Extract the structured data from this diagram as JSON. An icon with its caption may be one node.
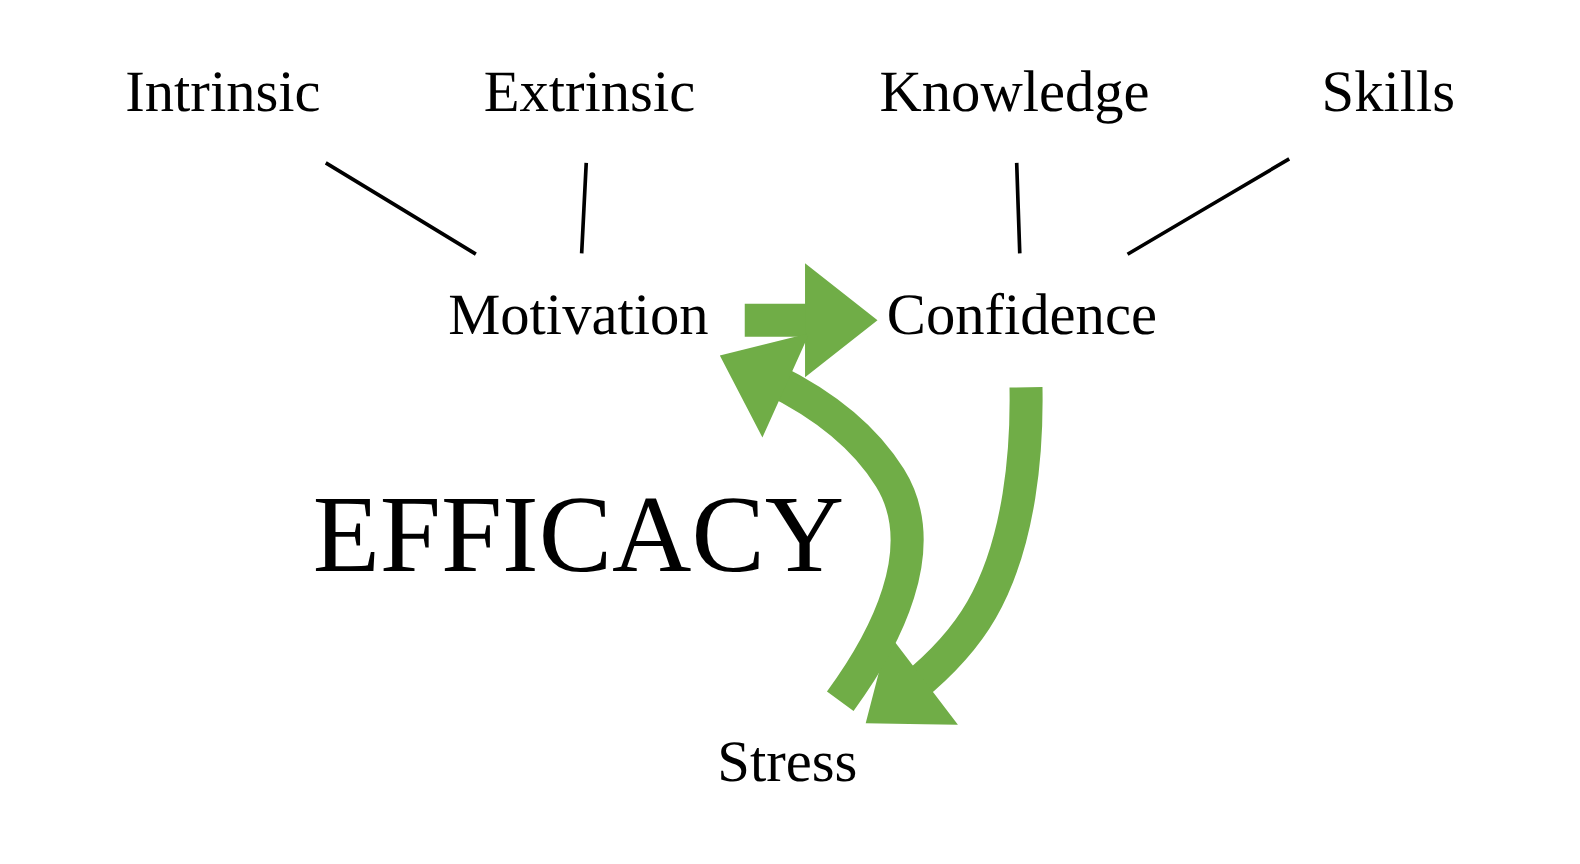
{
  "diagram": {
    "nodes": [
      {
        "text": [
          "Intrinsic"
        ]
      },
      {
        "text": [
          "Extrinsic"
        ]
      },
      {
        "text": [
          "Motivation"
        ]
      },
      {
        "text": [
          "Knowledge"
        ]
      },
      {
        "text": [
          "Skills"
        ]
      },
      {
        "text": [
          "Confidence"
        ]
      },
      {
        "text": [
          "Stress"
        ]
      }
    ],
    "edges": [
      {
        "from": 0,
        "to": 2,
        "arrow": "none"
      },
      {
        "from": 1,
        "to": 2,
        "arrow": "none"
      },
      {
        "from": 3,
        "to": 5,
        "arrow": "none"
      },
      {
        "from": 4,
        "to": 5,
        "arrow": "none"
      },
      {
        "from": 2,
        "to": 5,
        "arrow": "to",
        "style": "thick",
        "color": "#70ad47"
      },
      {
        "from": 5,
        "to": 6,
        "arrow": "to",
        "style": "thick",
        "color": "#70ad47"
      },
      {
        "from": 6,
        "to": 2,
        "arrow": "to",
        "style": "thick",
        "color": "#70ad47"
      }
    ],
    "labels": [
      "EFFICACY"
    ]
  }
}
